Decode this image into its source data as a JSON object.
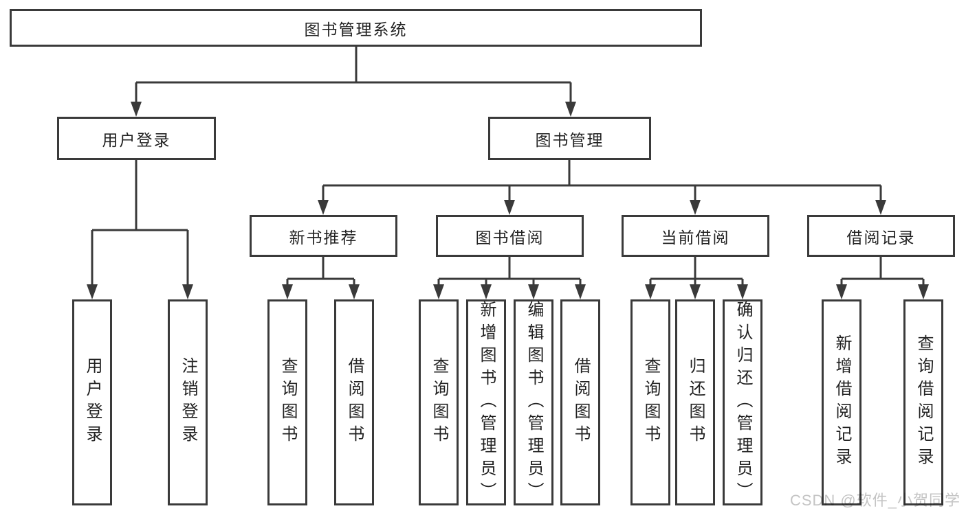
{
  "diagram": {
    "type": "hierarchy-tree",
    "root": {
      "label": "图书管理系统",
      "children": [
        {
          "label": "用户登录",
          "children": [
            {
              "label": "用户登录"
            },
            {
              "label": "注销登录"
            }
          ]
        },
        {
          "label": "图书管理",
          "children": [
            {
              "label": "新书推荐",
              "children": [
                {
                  "label": "查询图书"
                },
                {
                  "label": "借阅图书"
                }
              ]
            },
            {
              "label": "图书借阅",
              "children": [
                {
                  "label": "查询图书"
                },
                {
                  "label": "新增图书（管理员）"
                },
                {
                  "label": "编辑图书（管理员）"
                },
                {
                  "label": "借阅图书"
                }
              ]
            },
            {
              "label": "当前借阅",
              "children": [
                {
                  "label": "查询图书"
                },
                {
                  "label": "归还图书"
                },
                {
                  "label": "确认归还（管理员）"
                }
              ]
            },
            {
              "label": "借阅记录",
              "children": [
                {
                  "label": "新增借阅记录"
                },
                {
                  "label": "查询借阅记录"
                }
              ]
            }
          ]
        }
      ]
    }
  },
  "watermark": {
    "text": "CSDN @软件_小贺同学"
  },
  "colors": {
    "line": "#3a3a3a",
    "box_border": "#3a3a3a",
    "text": "#222222",
    "background": "#ffffff",
    "watermark": "#c4c4c4"
  }
}
